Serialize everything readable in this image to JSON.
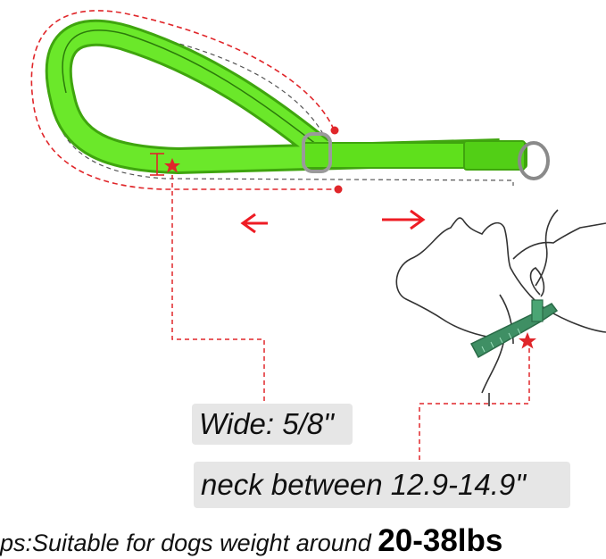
{
  "labels": {
    "wide": "Wide: 5/8\"",
    "neck": "neck between 12.9-14.9\""
  },
  "note": {
    "prefix": "ps:Suitable for dogs weight around ",
    "weight": "20-38lbs"
  },
  "colors": {
    "collar_green": "#5fe01c",
    "collar_dark": "#3fa50e",
    "measure_red": "#e0262a",
    "arrow_red": "#ee1c24",
    "dog_collar_teal": "#3f8f64",
    "label_bg": "#e6e6e6"
  },
  "icons": {
    "left_arrow": "left-arrow-icon",
    "right_arrow": "right-arrow-icon",
    "star": "star-icon"
  }
}
